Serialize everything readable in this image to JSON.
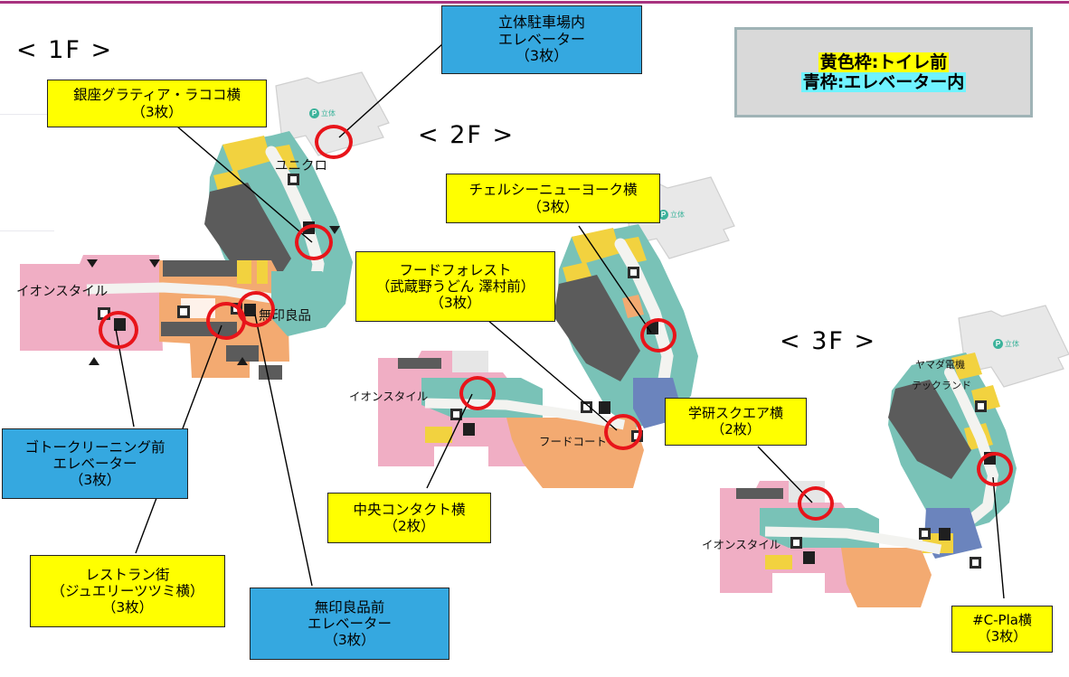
{
  "floors": [
    {
      "id": "1f",
      "title": "< 1F >"
    },
    {
      "id": "2f",
      "title": "< 2F >"
    },
    {
      "id": "3f",
      "title": "< 3F >"
    }
  ],
  "legend": {
    "yellow": "黄色枠:トイレ前",
    "blue": "青枠:エレベーター内"
  },
  "callouts": [
    {
      "id": "parking-ev",
      "type": "blue",
      "lines": [
        "立体駐車場内",
        "エレベーター",
        "（3枚）"
      ]
    },
    {
      "id": "ginza-gratia",
      "type": "yellow",
      "lines": [
        "銀座グラティア・ラココ横",
        "（3枚）"
      ]
    },
    {
      "id": "goto-cleaning",
      "type": "blue",
      "lines": [
        "ゴトークリーニング前",
        "エレベーター",
        "（3枚）"
      ]
    },
    {
      "id": "restaurant-gai",
      "type": "yellow",
      "lines": [
        "レストラン街",
        "（ジュエリーツツミ横）",
        "（3枚）"
      ]
    },
    {
      "id": "muji-ev",
      "type": "blue",
      "lines": [
        "無印良品前",
        "エレベーター",
        "（3枚）"
      ]
    },
    {
      "id": "chelsea-ny",
      "type": "yellow",
      "lines": [
        "チェルシーニューヨーク横",
        "（3枚）"
      ]
    },
    {
      "id": "food-forest",
      "type": "yellow",
      "lines": [
        "フードフォレスト",
        "（武蔵野うどん 澤村前）",
        "（3枚）"
      ]
    },
    {
      "id": "chuo-contact",
      "type": "yellow",
      "lines": [
        "中央コンタクト横",
        "（2枚）"
      ]
    },
    {
      "id": "gakken-square",
      "type": "yellow",
      "lines": [
        "学研スクエア横",
        "（2枚）"
      ]
    },
    {
      "id": "c-pla",
      "type": "yellow",
      "lines": [
        "#C-Pla横",
        "（3枚）"
      ]
    }
  ],
  "store_labels": [
    {
      "id": "aeon-1f",
      "text": "イオンスタイル"
    },
    {
      "id": "uniqlo-1f",
      "text": "ユニクロ"
    },
    {
      "id": "muji-1f",
      "text": "無印良品"
    },
    {
      "id": "aeon-2f",
      "text": "イオンスタイル"
    },
    {
      "id": "foodcourt-2f",
      "text": "フードコート"
    },
    {
      "id": "aeon-3f",
      "text": "イオンスタイル"
    },
    {
      "id": "yamada-3f-l1",
      "text": "ヤマダ電機"
    },
    {
      "id": "yamada-3f-l2",
      "text": "テックランド"
    }
  ],
  "parking_badges": [
    {
      "id": "p-1f",
      "label": "立体"
    },
    {
      "id": "p-2f",
      "label": "立体"
    },
    {
      "id": "p-3f",
      "label": "立体"
    }
  ],
  "colors": {
    "yellow_box": "#ffff00",
    "blue_box": "#35a8e0",
    "legend_bg": "#d9d9d9",
    "legend_border": "#9fb3b6",
    "marker_red": "#e8141a",
    "top_rule": "#a8327f",
    "map_teal": "#79c2b7",
    "map_pink": "#f0aec4",
    "map_orange": "#f3aa71",
    "map_yellow": "#f2d23f",
    "map_darkgrey": "#5b5b5b",
    "map_lightgrey": "#e6e6e6",
    "map_blue": "#6b84bd"
  }
}
